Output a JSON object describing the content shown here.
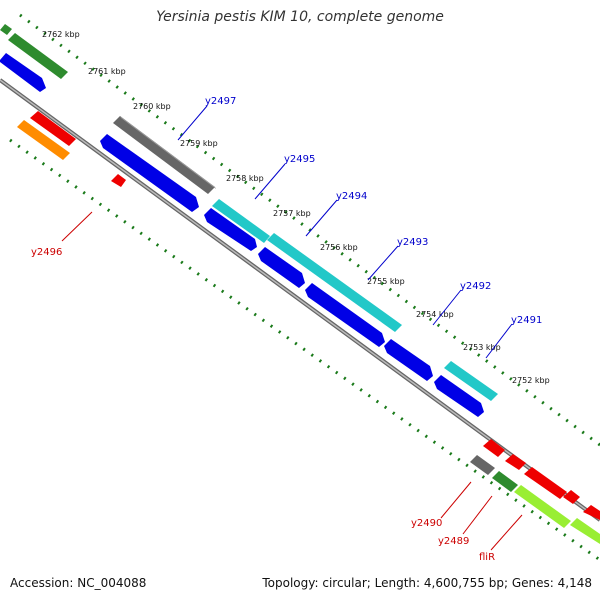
{
  "title": "Yersinia pestis KIM 10, complete genome",
  "accession": "Accession: NC_004088",
  "summary": "Topology: circular; Length: 4,600,755 bp; Genes: 4,148",
  "colors": {
    "backbone": "#888888",
    "tick": "#1a7a1a",
    "forward_label": "#0000cc",
    "reverse_label": "#cc0000",
    "gene_gray": "#666666",
    "gene_blue": "#0000e6",
    "gene_cyan": "#22c8c8",
    "gene_red": "#ee0000",
    "gene_orange": "#ff8c00",
    "gene_green": "#2e8b2e",
    "gene_lime": "#99ee33"
  },
  "ticks": [
    "2762 kbp",
    "2761 kbp",
    "2760 kbp",
    "2759 kbp",
    "2758 kbp",
    "2757 kbp",
    "2756 kbp",
    "2755 kbp",
    "2754 kbp",
    "2753 kbp",
    "2752 kbp"
  ],
  "forward_gene_labels": [
    "y2497",
    "y2495",
    "y2494",
    "y2493",
    "y2492",
    "y2491"
  ],
  "reverse_gene_labels": [
    "y2496",
    "y2490",
    "y2489",
    "fliR"
  ]
}
